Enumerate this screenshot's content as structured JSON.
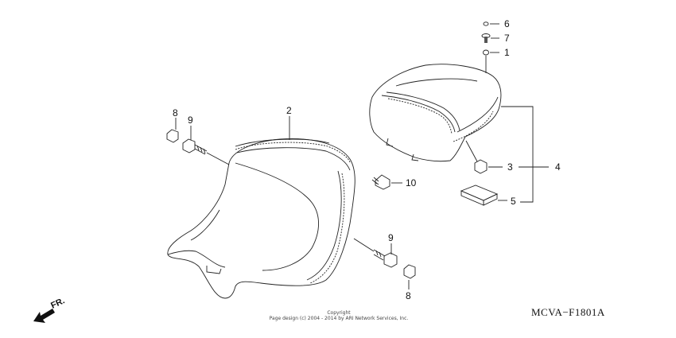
{
  "diagram": {
    "code": "MCVA−F1801A",
    "direction_label": "FR.",
    "copyright_line1": "Copyright",
    "copyright_line2": "Page design (c) 2004 - 2014 by ARI Network Services, Inc.",
    "callouts": {
      "c1": "1",
      "c2": "2",
      "c3": "3",
      "c4": "4",
      "c5": "5",
      "c6": "6",
      "c7": "7",
      "c8_top": "8",
      "c8_bottom": "8",
      "c9_top": "9",
      "c9_bottom": "9",
      "c10": "10"
    }
  }
}
